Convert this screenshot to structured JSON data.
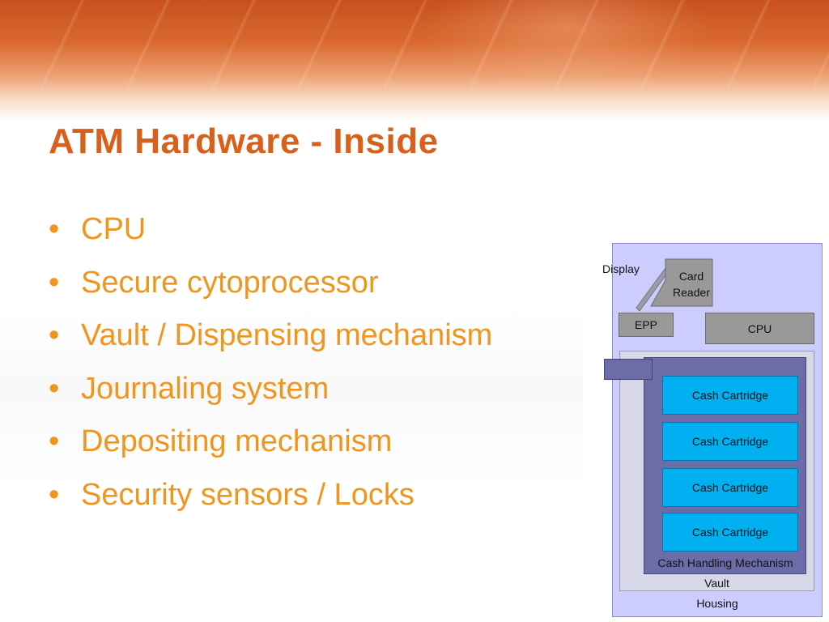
{
  "slide": {
    "title": "ATM Hardware - Inside",
    "bullets": [
      "CPU",
      "Secure cytoprocessor",
      "Vault / Dispensing mechanism",
      "Journaling system",
      "Depositing mechanism",
      "Security sensors / Locks"
    ],
    "bullet_glyph": "•"
  },
  "diagram": {
    "display": "Display",
    "card_reader_line1": "Card",
    "card_reader_line2": "Reader",
    "epp": "EPP",
    "cpu": "CPU",
    "cash_cartridges": [
      "Cash Cartridge",
      "Cash Cartridge",
      "Cash Cartridge",
      "Cash Cartridge"
    ],
    "cash_handling": "Cash Handling Mechanism",
    "vault": "Vault",
    "housing": "Housing"
  },
  "colors": {
    "title": "#d9601b",
    "bullets": "#f0951e",
    "housing": "#ccccff",
    "vault": "#d8d8e8",
    "cash_handling": "#6c6ca8",
    "cartridge": "#00b0f0",
    "component_gray": "#999999"
  }
}
